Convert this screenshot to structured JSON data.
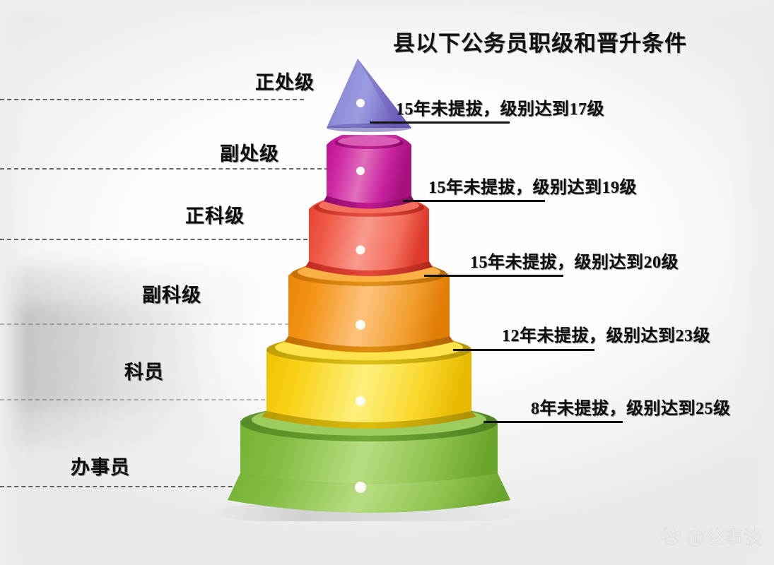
{
  "title": "县以下公务员职级和晋升条件",
  "tiers": [
    {
      "id": "tier-1",
      "rank_label": "正处级",
      "condition": "15年未提拔，级别达到17级",
      "years": 15,
      "grade": 17,
      "color_top": "#8d8fd6",
      "color_bottom": "#5a4fb0"
    },
    {
      "id": "tier-2",
      "rank_label": "副处级",
      "condition": "15年未提拔，级别达到19级",
      "years": 15,
      "grade": 19,
      "color_top": "#c2189c",
      "color_bottom": "#e26bb4"
    },
    {
      "id": "tier-3",
      "rank_label": "正科级",
      "condition": "15年未提拔，级别达到20级",
      "years": 15,
      "grade": 20,
      "color_top": "#ef4a3e",
      "color_bottom": "#f79a8c"
    },
    {
      "id": "tier-4",
      "rank_label": "副科级",
      "condition": "12年未提拔，级别达到23级",
      "years": 12,
      "grade": 23,
      "color_top": "#f0900f",
      "color_bottom": "#fbc078"
    },
    {
      "id": "tier-5",
      "rank_label": "科员",
      "condition": "8年未提拔，级别达到25级",
      "years": 8,
      "grade": 25,
      "color_top": "#f5c400",
      "color_bottom": "#ffe96a"
    },
    {
      "id": "tier-6",
      "rank_label": "办事员",
      "condition": "",
      "years": null,
      "grade": null,
      "color_top": "#76b43a",
      "color_bottom": "#b3d96e"
    }
  ],
  "watermark": {
    "icon": "baidu-paw-icon",
    "text": "@公事谈"
  },
  "palette": {
    "background": "#ffffff",
    "text": "#0d0d0d",
    "leader_line": "#121212",
    "guide_line": "#4a4a4a"
  }
}
